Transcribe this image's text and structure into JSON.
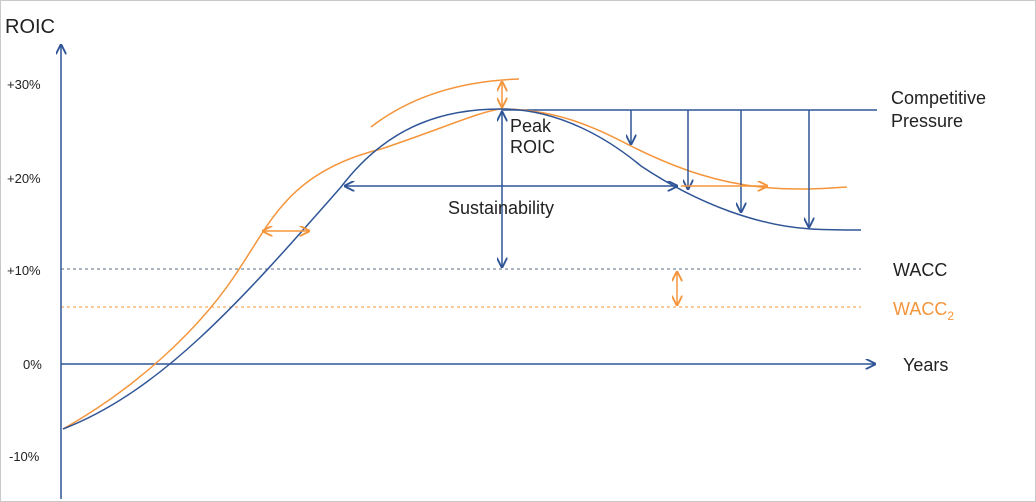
{
  "colors": {
    "blue": "#2f5597",
    "orange": "#f5953b",
    "wacc_line": "#5a6b80",
    "text": "#222222"
  },
  "axes": {
    "y_title": "ROIC",
    "x_title": "Years",
    "y_ticks": [
      "+30%",
      "+20%",
      "+10%",
      "0%",
      "-10%"
    ]
  },
  "labels": {
    "peak_line1": "Peak",
    "peak_line2": "ROIC",
    "sustainability": "Sustainability",
    "competitive_line1": "Competitive",
    "competitive_line2": "Pressure",
    "wacc": "WACC",
    "wacc2_base": "WACC",
    "wacc2_sub": "2"
  }
}
